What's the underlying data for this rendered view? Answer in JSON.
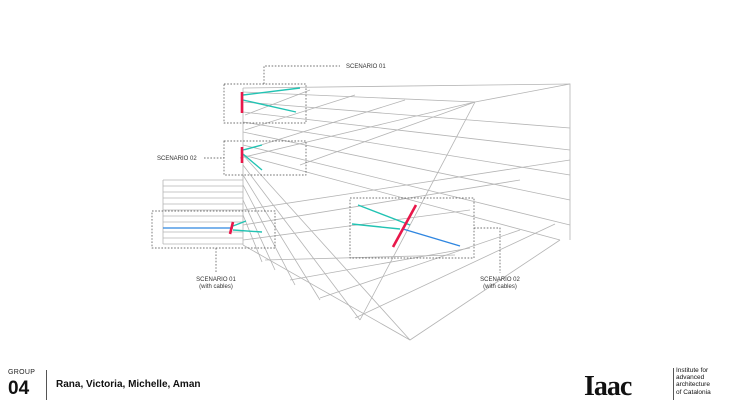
{
  "diagram": {
    "labels": {
      "scenario_01_top": "SCENARIO 01",
      "scenario_02_left": "SCENARIO 02",
      "scenario_01_cables_title": "SCENARIO 01",
      "scenario_01_cables_sub": "(with cables)",
      "scenario_02_cables_title": "SCENARIO 02",
      "scenario_02_cables_sub": "(with cables)"
    },
    "colors": {
      "structure": "#b4b4b4",
      "support": "#e8174a",
      "cable_teal": "#22c3b3",
      "cable_blue": "#2f86e0",
      "callout": "#444444"
    }
  },
  "footer": {
    "group_label": "GROUP",
    "group_number": "04",
    "members": "Rana, Victoria, Michelle, Aman"
  },
  "logo": {
    "mark": "Iaac",
    "line1": "Institute for",
    "line2": "advanced",
    "line3": "architecture",
    "line4": "of Catalonia"
  }
}
